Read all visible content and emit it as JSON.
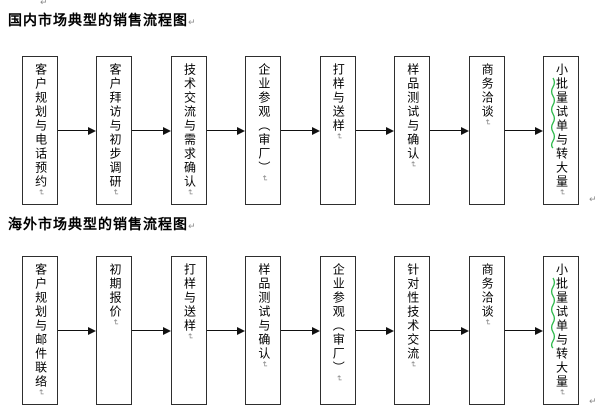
{
  "document": {
    "paragraph_mark": "↵"
  },
  "colors": {
    "text": "#000000",
    "box_border": "#2e2e2e",
    "arrow": "#111111",
    "mark_gray": "#8a8a8a",
    "squiggle_green": "#2db84b"
  },
  "sections": [
    {
      "title": "国内市场典型的销售流程图",
      "steps": [
        {
          "label": "客户规划与电话预约",
          "squiggle": false
        },
        {
          "label": "客户拜访与初步调研",
          "squiggle": false
        },
        {
          "label": "技术交流与需求确认",
          "squiggle": false
        },
        {
          "label": "企业参观（审厂）",
          "squiggle": false
        },
        {
          "label": "打样与送样",
          "squiggle": false
        },
        {
          "label": "样品测试与确认",
          "squiggle": false
        },
        {
          "label": "商务洽谈",
          "squiggle": false
        },
        {
          "label": "小批量试单与转大量",
          "squiggle": true
        }
      ]
    },
    {
      "title": "海外市场典型的销售流程图",
      "steps": [
        {
          "label": "客户规划与邮件联络",
          "squiggle": false
        },
        {
          "label": "初期报价",
          "squiggle": false
        },
        {
          "label": "打样与送样",
          "squiggle": false
        },
        {
          "label": "样品测试与确认",
          "squiggle": false
        },
        {
          "label": "企业参观（审厂）",
          "squiggle": false
        },
        {
          "label": "针对性技术交流",
          "squiggle": false
        },
        {
          "label": "商务洽谈",
          "squiggle": false
        },
        {
          "label": "小批量试单与转大量",
          "squiggle": true
        }
      ]
    }
  ]
}
